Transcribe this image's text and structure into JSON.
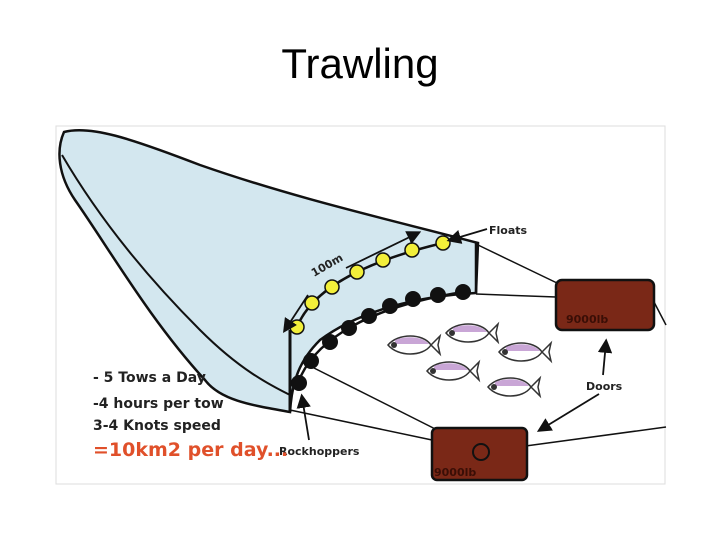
{
  "slide": {
    "title": "Trawling"
  },
  "diagram": {
    "labels": {
      "floats": "Floats",
      "length": "100m",
      "doors": "Doors",
      "rockhoppers": "Rockhoppers",
      "door_weight_top": "9000lb",
      "door_weight_bottom": "9000lb"
    },
    "stats": [
      "- 5 Tows a Day",
      "-4 hours per tow",
      "3-4 Knots speed"
    ],
    "result": "=10km2 per day...",
    "colors": {
      "net": "#d3e7ef",
      "float": "#f2ef3a",
      "door": "#7a2817",
      "result": "#e0502a",
      "fish": "#c9a6d6"
    }
  }
}
